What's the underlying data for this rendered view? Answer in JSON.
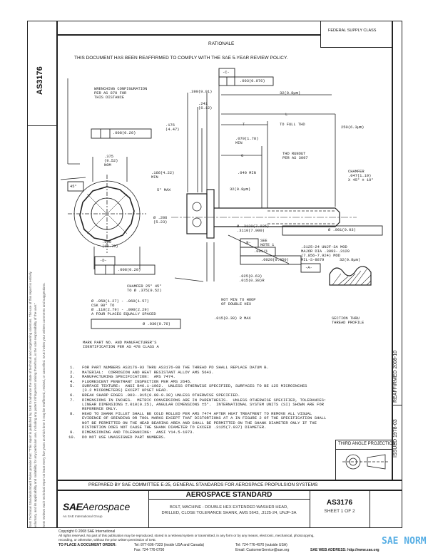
{
  "header": {
    "federal_supply_class": "FEDERAL SUPPLY CLASS",
    "rationale_title": "RATIONALE",
    "rationale_text": "THIS DOCUMENT HAS BEEN REAFFIRMED TO COMPLY WITH THE SAE 5-YEAR REVIEW POLICY."
  },
  "side": {
    "doc_number": "AS3176",
    "disclaimer_1": "SAE Technical Standards Board Rules provide that: \"This report is published by SAE to advance the state of technical and engineering sciences. The use of this report is entirely",
    "disclaimer_2": "voluntary, and its applicability and suitability for any particular use, including any patent infringement arising therefrom, is the sole responsibility of the user.\"",
    "disclaimer_3": "SAE reviews each technical report at least every five years at which time it may be reaffirmed, revised, or cancelled. SAE invites your written comments and suggestions.",
    "reaffirmed": "REAFFIRMED 2008-10",
    "issued": "ISSUED 1978-03"
  },
  "drawing": {
    "wrenching": "WRENCHING CONFIGURATION\nPER AS 870 FOR\nTHIS DISTANCE",
    "runout_fcf": ".008(0.20)",
    "dia_375": ".375\n(9.52)\nNOM",
    "angle_45": "45°",
    "dim_390": ".390(9.91)",
    "dim_241": ".241\n(6.12)",
    "dim_176": ".176\n(4.47)",
    "dim_166": ".166(4.22)\nMIN",
    "max_5": "5° MAX",
    "dim_206": "Ø .206\n(5.23)",
    "dim_500": ".500\n(12.70)",
    "datum_d": "-D-",
    "fcf_d": ".008(0.20)",
    "chamfer_head": "CHAMFER 25° 45°\nTO Ø .375(9.52)",
    "holes": "Ø .050(1.27) - .060(1.57)\nCSK 90° TO\nØ .110(2.79) - .090(2.29)\nA FOUR PLACES EQUALLY SPACED",
    "hole_fcf": "Ø .030(0.76)",
    "mark": "MARK PART NO. AND MANUFACTURER'S\nIDENTIFICATION PER AS 478 CLASS A",
    "datum_c": "-C-",
    "fcf_c": ".003(0.076)",
    "finish_32_top": "32(0.8µm)",
    "dim_l": "L",
    "dim_t": "T",
    "full_thd": "TO FULL THD",
    "dim_070": ".070(1.78)\nMIN",
    "dim_g": "G",
    "thd_runout": "THD RUNOUT\nPER AS 3097",
    "radius_min": ".040 MIN",
    "finish_32_mid": "32(0.8µm)",
    "finish_250": "250(6.3µm)",
    "chamfer_end": "CHAMFER\n.047(1.19)\nX 45° ± 10°",
    "shank_dia": "Ø .3120(7.925)\n.3110(7.900)",
    "datum_b": "-B-",
    "see_note": "SEE\nNOTE 1",
    "fcf_b1": ".001/1",
    "fcf_b2": ".0020(0.050)",
    "thread_fcf": "Ø .001(0.03)",
    "dim_025": ".025(0.63)\n.015(0.38)R",
    "not_min": "NOT MIN TO HOOP\nOF DOUBLE HEX",
    "dim_015": ".015(0.38) R MAX",
    "thread": ".3125-24 UNJF-3A MOD\nMAJOR DIA .3093-.3120\n(7.856-7.924) MOD\nMIL-S-8879",
    "datum_a": "-A-",
    "finish_32_sec": "32(0.8µm)",
    "section": "SECTION THRU\nTHREAD PROFILE"
  },
  "notes": [
    {
      "n": "1.",
      "text": "FOR PART NUMBERS AS3176-03 THRU AS3176-08 THE THREAD PD SHALL REPLACE DATUM B."
    },
    {
      "n": "2.",
      "text": "MATERIAL:  CORROSION AND HEAT RESISTANT ALLOY AMS 5643."
    },
    {
      "n": "3.",
      "text": "MANUFACTURING SPECIFICATION:  AMS 7474."
    },
    {
      "n": "4.",
      "text": "FLUORESCENT PENETRANT INSPECTION PER AMS 2645."
    },
    {
      "n": "5.",
      "text": "SURFACE TEXTURE:  ANSI B46.1-1962.  UNLESS OTHERWISE SPECIFIED, SURFACES TO BE 125 MICROINCHES\n(3.2 MICROMETERS) EXCEPT UPSET HEAD."
    },
    {
      "n": "6.",
      "text": "BREAK SHARP EDGES .003-.015(0.08-0.38) UNLESS OTHERWISE SPECIFIED."
    },
    {
      "n": "7.",
      "text": "DIMENSIONS IN INCHES.  METRIC CONVERSIONS ARE IN PARENTHESIS.  UNLESS OTHERWISE SPECIFIED, TOLERANCES:\nLINEAR DIMENSIONS ±.010(0.25), ANGULAR DIMENSIONS ±5°.  INTERNATIONAL SYSTEM UNITS (SI) SHOWN ARE FOR\nREFERENCE ONLY."
    },
    {
      "n": "8.",
      "text": "HEAD TO SHANK FILLET SHALL BE COLD ROLLED PER AMS 7474 AFTER HEAT TREATMENT TO REMOVE ALL VISUAL\nEVIDENCE OF GRINDING OR TOOL MARKS EXCEPT THAT DISTORTIONS AT A IN FIGURE 2 OF THE SPECIFICATION SHALL\nNOT BE PERMITTED ON THE HEAD BEARING AREA AND SHALL BE PERMITTED ON THE SHANK DIAMETER ONLY IF THE\nDISTORTION DOES NOT CAUSE THE SHANK DIAMETER TO EXCEED .3125(7.937) DIAMETER."
    },
    {
      "n": "9.",
      "text": "DIMENSIONING AND TOLERANCING:  ANSI Y14.5-1973."
    },
    {
      "n": "10.",
      "text": "DO NOT USE UNASSIGNED PART NUMBERS."
    }
  ],
  "projection": {
    "label": "THIRD ANGLE PROJECTION"
  },
  "title_block": {
    "prepared_by": "PREPARED BY SAE COMMITTEE E-25, GENERAL STANDARDS FOR AEROSPACE PROPULSION SYSTEMS",
    "logo_sae": "SAE",
    "logo_aerospace": "Aerospace",
    "logo_sub": "An SAE International Group",
    "standard_type": "AEROSPACE STANDARD",
    "title": "BOLT, MACHINE - DOUBLE HEX EXTENDED WASHER HEAD,\nDRILLED, CLOSE TOLERANCE SHANK, AMS 5643, .3125-24, UNJF-3A",
    "doc_number": "AS3176",
    "sheet": "SHEET 1 OF 2"
  },
  "footer": {
    "copyright": "Copyright © 2008 SAE International",
    "rights": "All rights reserved. No part of this publication may be reproduced, stored in a retrieval system or transmitted, in any form or by any means, electronic, mechanical, photocopying,",
    "rights_2": "recording, or otherwise, without the prior written permission of SAE.",
    "order_label": "TO PLACE A DOCUMENT ORDER:",
    "tel_us": "Tel:  877-606-7323 (inside USA and Canada)",
    "tel_intl": "Tel:  724-776-4970 (outside USA)",
    "fax": "Fax:  724-776-0790",
    "email": "Email:  CustomerService@sae.org",
    "web": "SAE WEB ADDRESS: http://www.sae.org",
    "watermark": "SAE NORM"
  },
  "colors": {
    "ink": "#222222",
    "watermark": "#3aa0e0"
  }
}
